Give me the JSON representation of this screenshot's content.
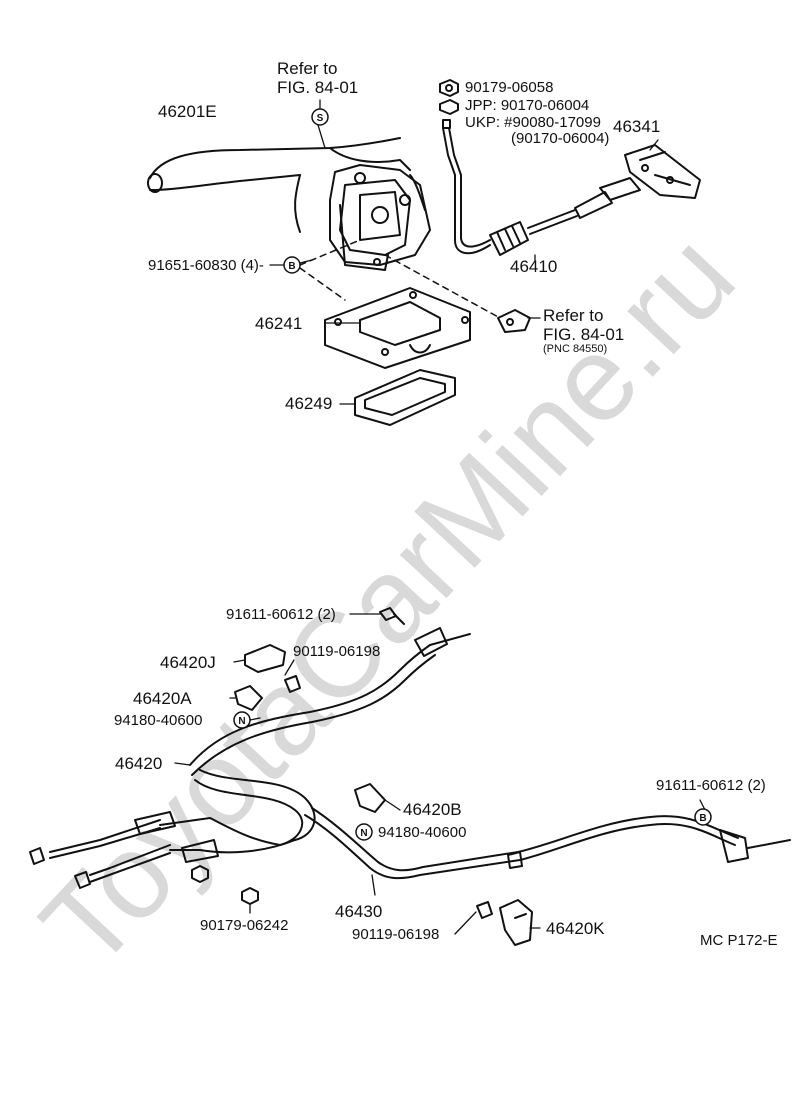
{
  "watermark": "ToyotaCarMine.ru",
  "diagram_code": "MC P172-E",
  "symbols": {
    "s": "S",
    "b": "B",
    "n": "N"
  },
  "labels": {
    "refer_top_1": "Refer to",
    "refer_top_2": "FIG. 84-01",
    "p46201E": "46201E",
    "p90179_06058": "90179-06058",
    "jpp": "JPP: 90170-06004",
    "ukp": "UKP: #90080-17099",
    "ukp_alt": "(90170-06004)",
    "p46341": "46341",
    "p91651": "91651-60830 (4)-",
    "p46410": "46410",
    "p46241": "46241",
    "refer_mid_1": "Refer to",
    "refer_mid_2": "FIG. 84-01",
    "refer_mid_pnc": "(PNC 84550)",
    "p46249": "46249",
    "p91611_a": "91611-60612 (2)",
    "p46420J": "46420J",
    "p90119_a": "90119-06198",
    "p46420A": "46420A",
    "p94180_a": "94180-40600",
    "p46420": "46420",
    "p91611_b": "91611-60612 (2)",
    "p46420B": "46420B",
    "p94180_b": "94180-40600",
    "p46430": "46430",
    "p90179_06242": "90179-06242",
    "p90119_b": "90119-06198",
    "p46420K": "46420K"
  }
}
